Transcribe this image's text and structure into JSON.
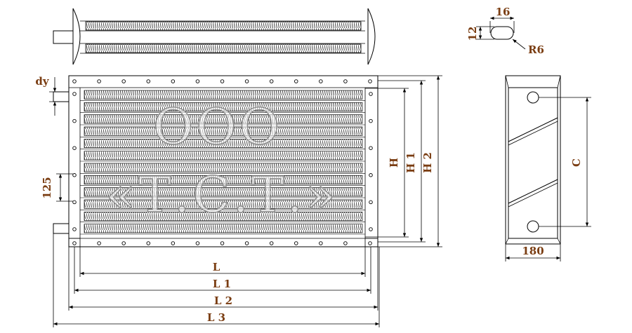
{
  "labels": {
    "top_width": "16",
    "top_height": "12",
    "radius": "R6",
    "dy": "dy",
    "pitch": "125",
    "H": "H",
    "H1": "H 1",
    "H2": "H 2",
    "C": "C",
    "depth": "180",
    "L": "L",
    "L1": "L 1",
    "L2": "L 2",
    "L3": "L 3"
  },
  "watermark": {
    "line1": "ООО",
    "line2": "«Т.С.Т.»"
  },
  "colors": {
    "dim_text": "#7a3d12",
    "line": "#000000",
    "fin": "#555555"
  }
}
